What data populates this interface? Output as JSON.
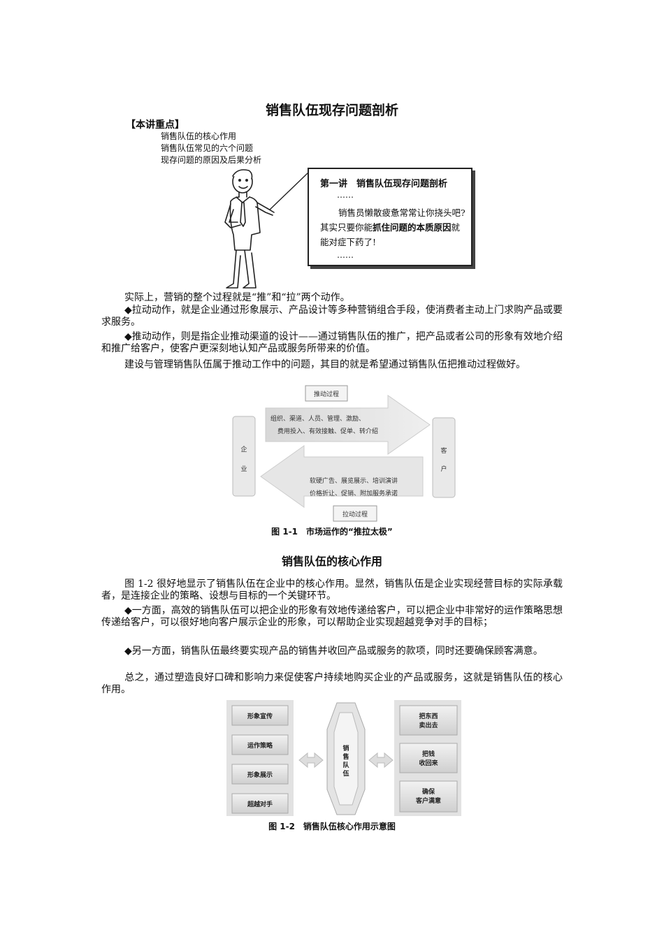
{
  "title": "销售队伍现存问题剖析",
  "key_points": {
    "label": "【本讲重点】",
    "items": [
      "销售队伍的核心作用",
      "销售队伍常见的六个问题",
      "现存问题的原因及后果分析"
    ]
  },
  "bubble": {
    "heading": "第一讲　销售队伍现存问题剖析",
    "dots": "……",
    "text_1": "销售员懒散疲惫常常让你挠头吧?其实只要你能",
    "text_bold_1": "抓住问题的本质原因",
    "text_2": "就能对症下药了!",
    "dots_end": "……"
  },
  "paragraphs_1": [
    "实际上，营销的整个过程就是“推”和“拉”两个动作。",
    "◆拉动动作，就是企业通过形象展示、产品设计等多种营销组合手段，使消费者主动上门求购产品或要求服务。",
    "◆推动动作，则是指企业推动渠道的设计——通过销售队伍的推广，把产品或者公司的形象有效地介绍和推广给客户，使客户更深刻地认知产品或服务所带来的价值。",
    "建设与管理销售队伍属于推动工作中的问题，其目的就是希望通过销售队伍把推动过程做好。"
  ],
  "figure1": {
    "push_label": "推动过程",
    "push_line1": "组织、渠道、人员、管理、激励、",
    "push_line2": "费用投入、有效接触、促单、转介绍",
    "company_1": "企",
    "company_2": "业",
    "customer_1": "客",
    "customer_2": "户",
    "pull_line1": "软硬广告、展览展示、培训演讲",
    "pull_line2": "价格折让、促销、附加服务承诺",
    "pull_label": "拉动过程",
    "caption": "图 1-1　市场运作的“推拉太极”"
  },
  "section2_title": "销售队伍的核心作用",
  "paragraphs_2": [
    "图 1-2 很好地显示了销售队伍在企业中的核心作用。显然，销售队伍是企业实现经营目标的实际承载者，是连接企业的策略、设想与目标的一个关键环节。",
    "◆一方面，高效的销售队伍可以把企业的形象有效地传递给客户，可以把企业中非常好的运作策略思想传递给客户，可以很好地向客户展示企业的形象，可以帮助企业实现超越竞争对手的目标；",
    "◆另一方面，销售队伍最终要实现产品的销售并收回产品或服务的款项，同时还要确保顾客满意。",
    "总之，通过塑造良好口碑和影响力来促使客户持续地购买企业的产品或服务，这就是销售队伍的核心作用。"
  ],
  "figure2": {
    "left": [
      "形象宣传",
      "运作策略",
      "形象展示",
      "超越对手"
    ],
    "center": [
      "销",
      "售",
      "队",
      "伍"
    ],
    "right": [
      [
        "把东西",
        "卖出去"
      ],
      [
        "把钱",
        "收回来"
      ],
      [
        "确保",
        "客户满意"
      ]
    ],
    "caption": "图 1-2　销售队伍核心作用示意图"
  }
}
